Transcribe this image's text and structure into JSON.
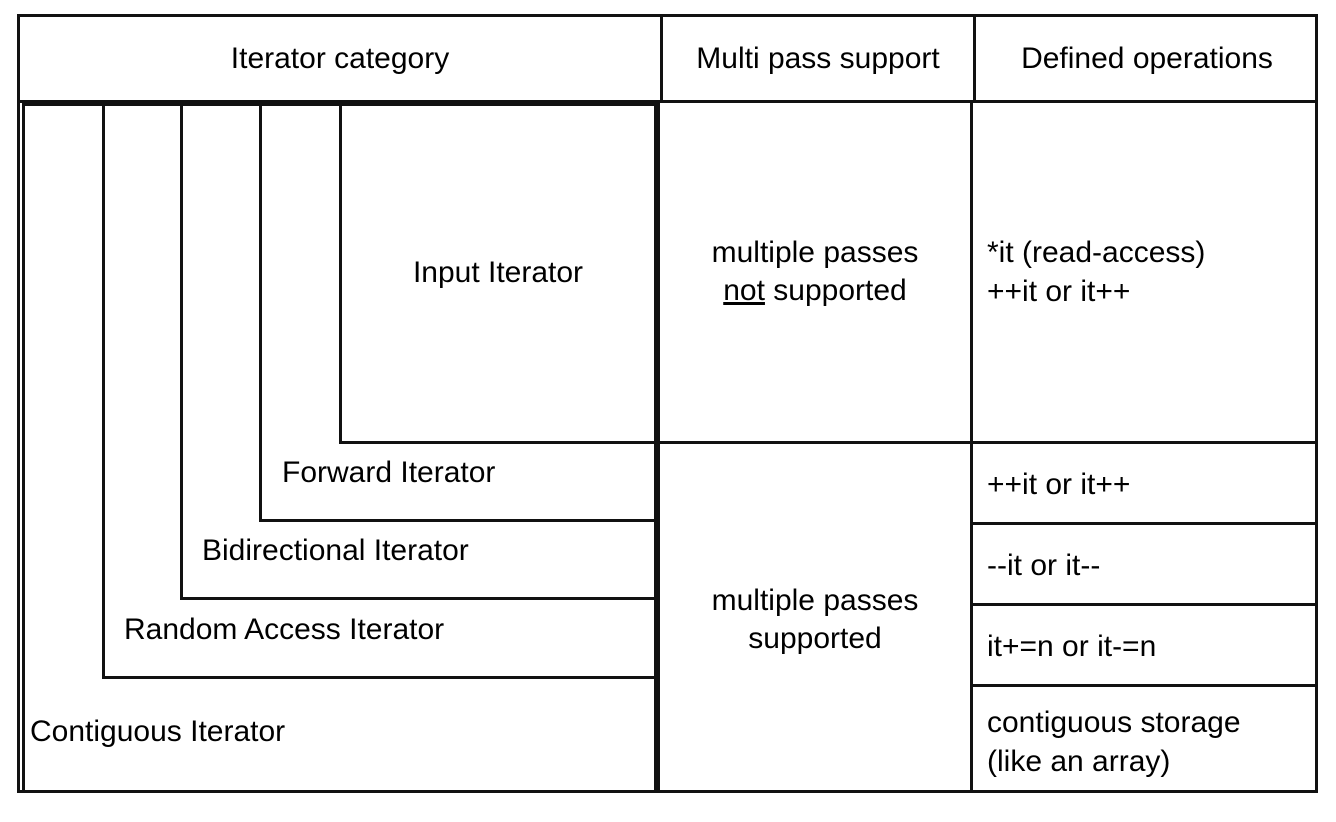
{
  "table": {
    "headers": {
      "category": "Iterator category",
      "multipass": "Multi pass support",
      "operations": "Defined operations"
    },
    "iterator_boxes": [
      {
        "key": "input",
        "label": "Input Iterator"
      },
      {
        "key": "forward",
        "label": "Forward Iterator"
      },
      {
        "key": "bidirectional",
        "label": "Bidirectional Iterator"
      },
      {
        "key": "randomaccess",
        "label": "Random Access Iterator"
      },
      {
        "key": "contiguous",
        "label": "Contiguous Iterator"
      }
    ],
    "multipass_cells": [
      {
        "line1": "multiple passes",
        "emphasis": "not",
        "line2_prefix": "",
        "line2_suffix": " supported",
        "full": "multiple passes not supported"
      },
      {
        "line1": "multiple passes",
        "line2": "supported",
        "full": "multiple passes supported"
      }
    ],
    "operation_cells": [
      {
        "lines": [
          "*it (read-access)",
          "++it or it++"
        ]
      },
      {
        "lines": [
          "++it or it++"
        ]
      },
      {
        "lines": [
          "--it or it--"
        ]
      },
      {
        "lines": [
          "it+=n or it-=n"
        ]
      },
      {
        "lines": [
          "contiguous storage",
          "(like an array)"
        ]
      }
    ]
  },
  "colors": {
    "line": "#111111",
    "background": "#ffffff",
    "text": "#000000"
  }
}
